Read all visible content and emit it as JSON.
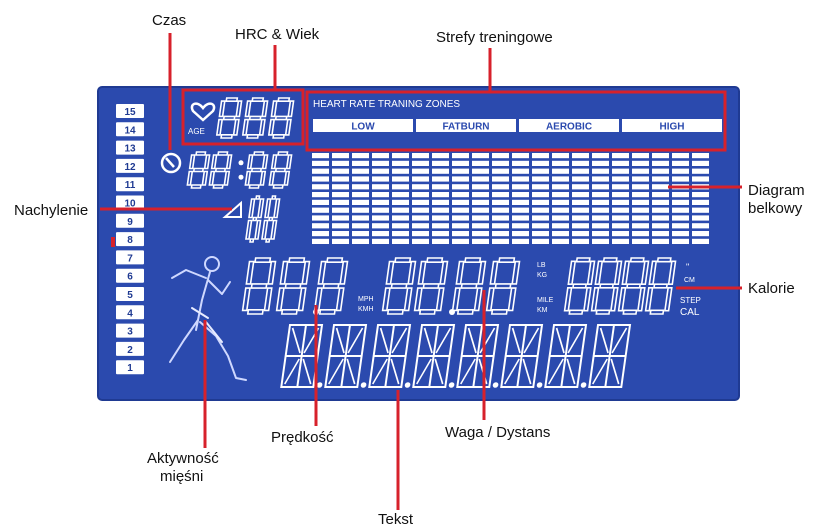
{
  "callouts": {
    "czas": "Czas",
    "hrc_wiek": "HRC & Wiek",
    "strefy": "Strefy treningowe",
    "nachylenie": "Nachylenie",
    "diagram_line1": "Diagram",
    "diagram_line2": "belkowy",
    "kalorie": "Kalorie",
    "predkosc": "Prędkość",
    "waga_dystans": "Waga / Dystans",
    "aktywnosc_line1": "Aktywność",
    "aktywnosc_line2": "mięśni",
    "tekst": "Tekst"
  },
  "lcd": {
    "zones_title": "HEART RATE TRANING ZONES",
    "zones": [
      "LOW",
      "FATBURN",
      "AEROBIC",
      "HIGH"
    ],
    "age_label": "AGE",
    "level_numbers": [
      "15",
      "14",
      "13",
      "12",
      "11",
      "10",
      "9",
      "8",
      "7",
      "6",
      "5",
      "4",
      "3",
      "2",
      "1"
    ],
    "highlighted_level": "8",
    "hr_digits": "888",
    "time_digits": "88:88",
    "incline_digits": "18",
    "speed_digits": "88.8",
    "speed_units": [
      "MPH",
      "KMH"
    ],
    "weight_units_top": [
      "LB",
      "KG"
    ],
    "distance_digits": "88.88",
    "distance_units": [
      "MILE",
      "KM"
    ],
    "calorie_digits": "8888",
    "calorie_units_top": [
      "\"",
      "CM"
    ],
    "calorie_units_bottom": [
      "STEP",
      "CAL"
    ],
    "text_segments": "8.8.8.8.8.8.8.8"
  },
  "colors": {
    "panel": "#2B4AAE",
    "panel_border": "#1F3A92",
    "segment": "#ffffff",
    "pointer": "#D7212B",
    "label": "#111111"
  }
}
